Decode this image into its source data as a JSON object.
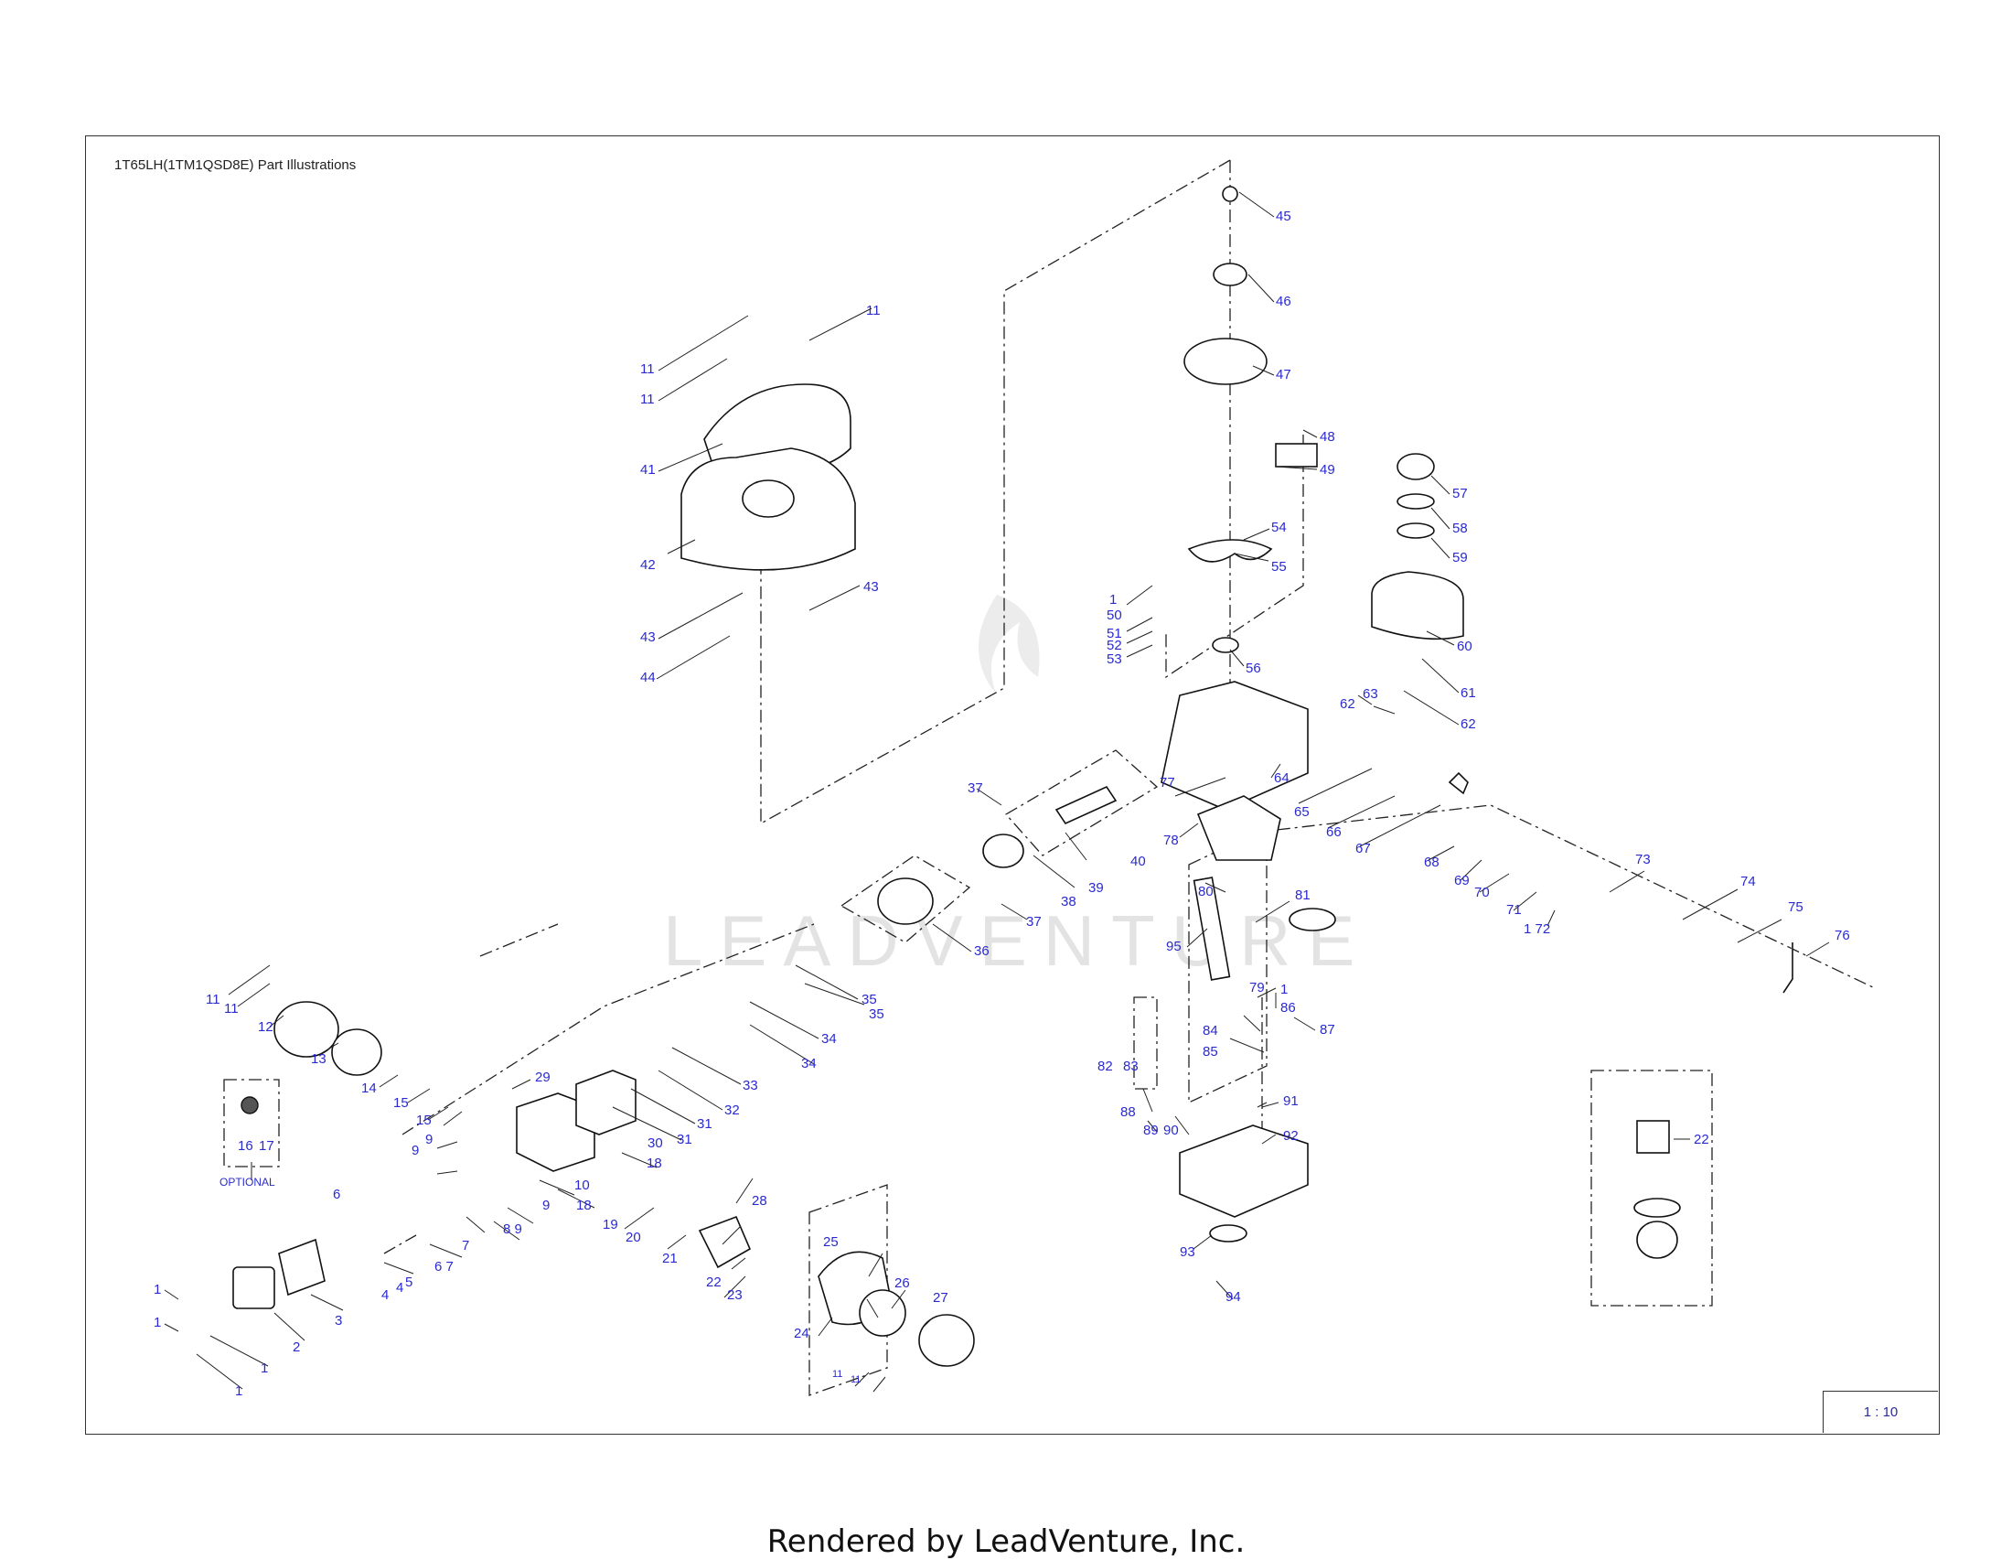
{
  "title": "1T65LH(1TM1QSD8E) Part Illustrations",
  "scale": "1 : 10",
  "footer": "Rendered by LeadVenture, Inc.",
  "watermark": "LEADVENTURE",
  "optional_label": "OPTIONAL",
  "callouts": {
    "c11a": "11",
    "c11b": "11",
    "c11c": "11",
    "c41": "41",
    "c42": "42",
    "c43a": "43",
    "c43b": "43",
    "c44": "44",
    "c45": "45",
    "c46": "46",
    "c47": "47",
    "c48": "48",
    "c49": "49",
    "c54": "54",
    "c55": "55",
    "c50a": "1",
    "c50": "50",
    "c51": "51",
    "c52": "52",
    "c53": "53",
    "c56": "56",
    "c57": "57",
    "c58": "58",
    "c59": "59",
    "c60": "60",
    "c61": "61",
    "c62a": "62",
    "c63": "63",
    "c62b": "62",
    "c64": "64",
    "c77": "77",
    "c37a": "37",
    "c40": "40",
    "c39": "39",
    "c38": "38",
    "c37b": "37",
    "c36": "36",
    "c78": "78",
    "c65": "65",
    "c66": "66",
    "c67": "67",
    "c68": "68",
    "c69": "69",
    "c70": "70",
    "c71": "71",
    "c172": "1 72",
    "c73": "73",
    "c74": "74",
    "c75": "75",
    "c76": "76",
    "c80": "80",
    "c81": "81",
    "c95": "95",
    "c79": "79",
    "c1a": "1",
    "c86": "86",
    "c84": "84",
    "c87": "87",
    "c85": "85",
    "c82": "82",
    "c83": "83",
    "c88": "88",
    "c89": "89",
    "c90": "90",
    "c91": "91",
    "c92": "92",
    "c93": "93",
    "c94": "94",
    "c22b": "22",
    "c11d": "11",
    "c11e": "11",
    "c12": "12",
    "c13": "13",
    "c29": "29",
    "c14": "14",
    "c15a": "15",
    "c15b": "15",
    "c35a": "35",
    "c35b": "35",
    "c34a": "34",
    "c34b": "34",
    "c33": "33",
    "c32": "32",
    "c31a": "31",
    "c31b": "31",
    "c30": "30",
    "c16": "16",
    "c17": "17",
    "c9a": "9",
    "c9b": "9",
    "c10": "10",
    "c18a": "18",
    "c18b": "18",
    "c89b": "8 9",
    "c9c": "9",
    "c6": "6",
    "c7": "7",
    "c67b": "6 7",
    "c5": "5",
    "c4a": "4",
    "c4b": "4",
    "c3": "3",
    "c2": "2",
    "c1b": "1",
    "c1c": "1",
    "c1d": "1",
    "c1e": "1",
    "c19": "19",
    "c20": "20",
    "c21": "21",
    "c28": "28",
    "c22": "22",
    "c23": "23",
    "c25": "25",
    "c26": "26",
    "c27": "27",
    "c24": "24",
    "c11f": "11",
    "c11g": "11"
  }
}
